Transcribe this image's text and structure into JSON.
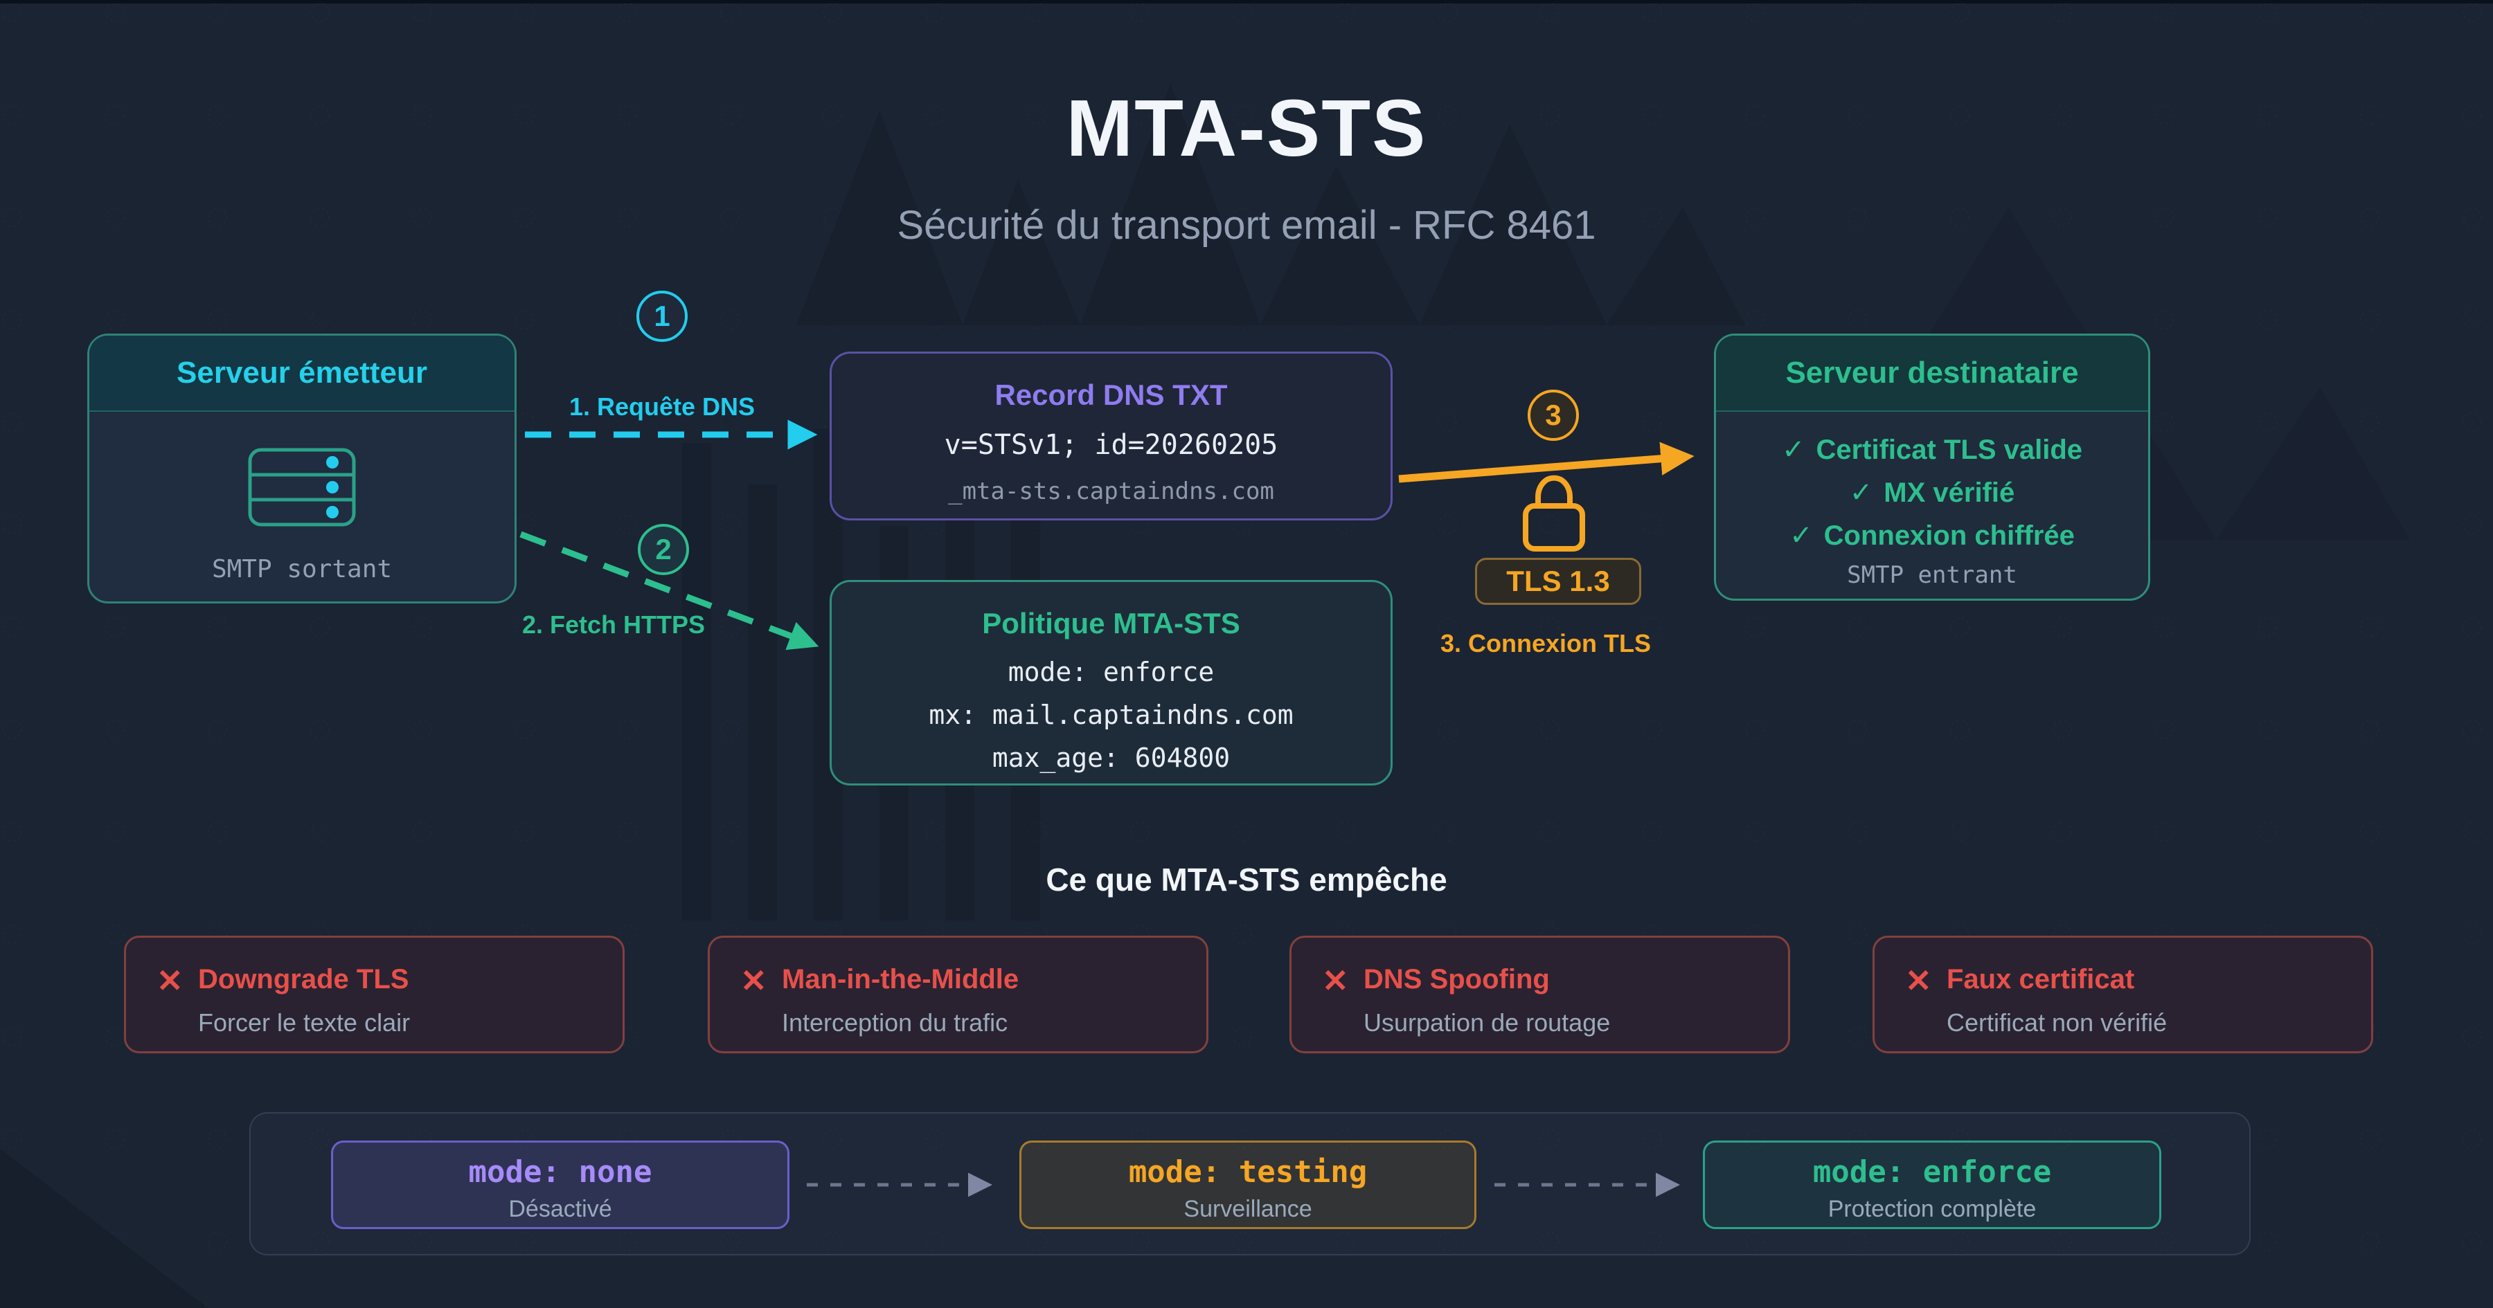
{
  "header": {
    "title": "MTA-STS",
    "subtitle": "Sécurité du transport email - RFC 8461"
  },
  "sender": {
    "title": "Serveur émetteur",
    "caption": "SMTP sortant"
  },
  "flow": {
    "step1": {
      "number": "1",
      "label": "1. Requête DNS"
    },
    "step2": {
      "number": "2",
      "label": "2. Fetch HTTPS"
    },
    "step3": {
      "number": "3",
      "label": "3. Connexion TLS"
    },
    "tls_badge": "TLS 1.3"
  },
  "dns_record": {
    "title": "Record DNS TXT",
    "value": "v=STSv1; id=20260205",
    "host": "_mta-sts.captaindns.com"
  },
  "policy": {
    "title": "Politique MTA-STS",
    "lines": [
      "mode: enforce",
      "mx: mail.captaindns.com",
      "max_age: 604800"
    ]
  },
  "recipient": {
    "title": "Serveur destinataire",
    "check_mark": "✓",
    "checks": [
      "Certificat TLS valide",
      "MX vérifié",
      "Connexion chiffrée"
    ],
    "caption": "SMTP entrant"
  },
  "threats": {
    "heading": "Ce que MTA-STS empêche",
    "x_mark": "✕",
    "items": [
      {
        "title": "Downgrade TLS",
        "subtitle": "Forcer le texte clair"
      },
      {
        "title": "Man-in-the-Middle",
        "subtitle": "Interception du trafic"
      },
      {
        "title": "DNS Spoofing",
        "subtitle": "Usurpation de routage"
      },
      {
        "title": "Faux certificat",
        "subtitle": "Certificat non vérifié"
      }
    ]
  },
  "modes": {
    "items": [
      {
        "code": "mode: none",
        "label": "Désactivé"
      },
      {
        "code": "mode: testing",
        "label": "Surveillance"
      },
      {
        "code": "mode: enforce",
        "label": "Protection complète"
      }
    ]
  },
  "colors": {
    "background": "#1b2433",
    "cyan": "#22cdee",
    "green": "#2dbf8e",
    "purple": "#8f7cf0",
    "orange": "#f5a623",
    "red": "#e8504a"
  }
}
